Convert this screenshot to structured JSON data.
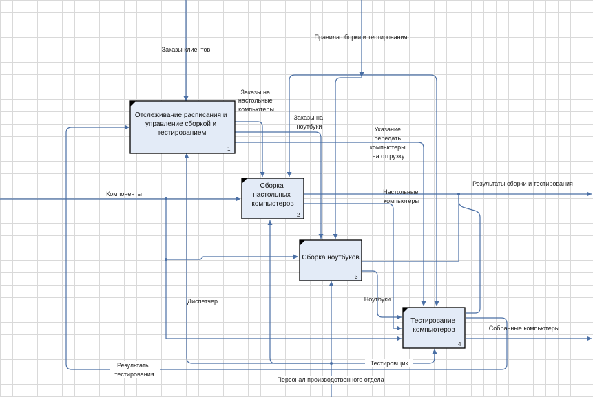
{
  "blocks": [
    {
      "id": "b1",
      "lines": [
        "Отслеживание расписания и",
        "управление сборкой и",
        "тестированием"
      ],
      "number": "1"
    },
    {
      "id": "b2",
      "lines": [
        "Сборка",
        "настольных",
        "компьютеров"
      ],
      "number": "2"
    },
    {
      "id": "b3",
      "lines": [
        "Сборка ноутбуков"
      ],
      "number": "3"
    },
    {
      "id": "b4",
      "lines": [
        "Тестирование",
        "компьютеров"
      ],
      "number": "4"
    }
  ],
  "labels": {
    "client_orders": [
      "Заказы клиентов"
    ],
    "assembly_rules": [
      "Правила сборки и тестирования"
    ],
    "desktop_orders": [
      "Заказы на",
      "настольные",
      "компьютеры"
    ],
    "laptop_orders": [
      "Заказы на",
      "ноутбуки"
    ],
    "ship_instruction": [
      "Указание",
      "передать",
      "компьютеры",
      "на отгрузку"
    ],
    "components": [
      "Компоненты"
    ],
    "results_assembly": [
      "Результаты сборки и тестирования"
    ],
    "desktops": [
      "Настольные",
      "компьютеры"
    ],
    "dispatcher": [
      "Диспетчер"
    ],
    "laptops": [
      "Ноутбуки"
    ],
    "assembled": [
      "Собранные компьютеры"
    ],
    "test_results": [
      "Результаты",
      "тестирования"
    ],
    "tester": [
      "Тестировщик"
    ],
    "staff": [
      "Персонал производственного отдела"
    ]
  }
}
